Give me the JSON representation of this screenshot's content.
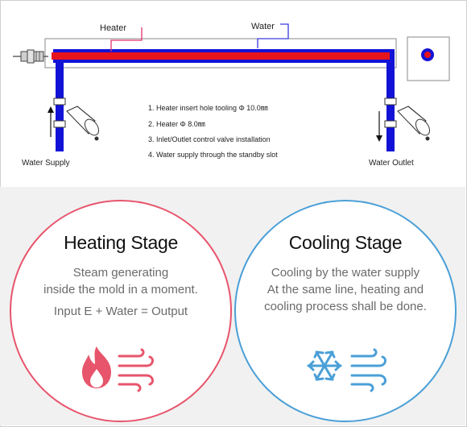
{
  "diagram": {
    "labels": {
      "heater": "Heater",
      "water": "Water",
      "water_supply": "Water Supply",
      "water_outlet": "Water Outlet"
    },
    "notes": [
      "1. Heater insert hole tooling Φ 10.0㎜",
      "2. Heater Φ 8.0㎜",
      "3. Inlet/Outlet control valve installation",
      "4. Water supply through the standby slot"
    ],
    "colors": {
      "heater_rod": "#e8141c",
      "water_channel": "#1212d6",
      "heater_callout": "#e3346a",
      "water_callout": "#3a3adf"
    }
  },
  "stages": {
    "heating": {
      "title": "Heating Stage",
      "description": [
        "Steam generating",
        "inside the mold in a moment."
      ],
      "formula": "Input E + Water = Output",
      "accent_color": "#e7556c",
      "icons": [
        "flame-icon",
        "wind-icon"
      ]
    },
    "cooling": {
      "title": "Cooling Stage",
      "description": [
        "Cooling by the water supply",
        "At the same line, heating and",
        "cooling process shall be done."
      ],
      "accent_color": "#4a9fd7",
      "icons": [
        "snowflake-icon",
        "wind-icon"
      ]
    }
  }
}
